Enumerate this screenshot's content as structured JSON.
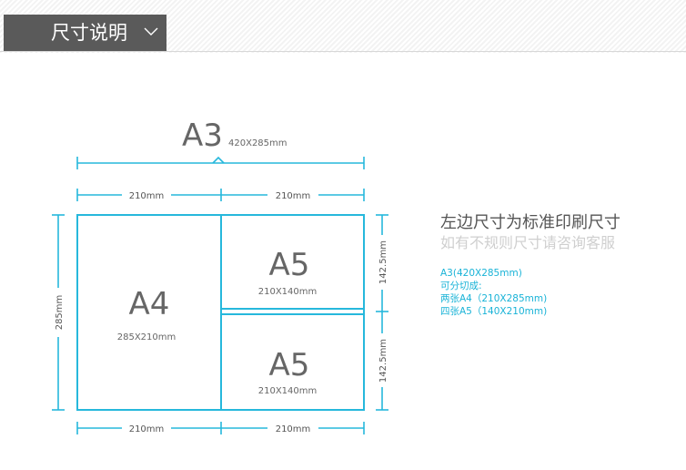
{
  "header": {
    "title": "尺寸说明",
    "icon": "chevron-down-icon"
  },
  "colors": {
    "accent": "#19b3d7",
    "frame": "#26b8dc",
    "text_dark": "#555555",
    "header_bg": "#5a5a5a"
  },
  "diagram": {
    "a3": {
      "label": "A3",
      "size": "420X285mm"
    },
    "a4": {
      "label": "A4",
      "size": "285X210mm"
    },
    "a5_top": {
      "label": "A5",
      "size": "210X140mm"
    },
    "a5_bottom": {
      "label": "A5",
      "size": "210X140mm"
    },
    "dims": {
      "top_left": "210mm",
      "top_right": "210mm",
      "bottom_left": "210mm",
      "bottom_right": "210mm",
      "left": "285mm",
      "right_top": "142.5mm",
      "right_bottom": "142.5mm"
    }
  },
  "note": {
    "line1": "左边尺寸为标准印刷尺寸",
    "line2": "如有不规则尺寸请咨询客服"
  },
  "specs": [
    "A3(420X285mm)",
    "可分切成:",
    "两张A4（210X285mm)",
    "四张A5（140X210mm)"
  ]
}
